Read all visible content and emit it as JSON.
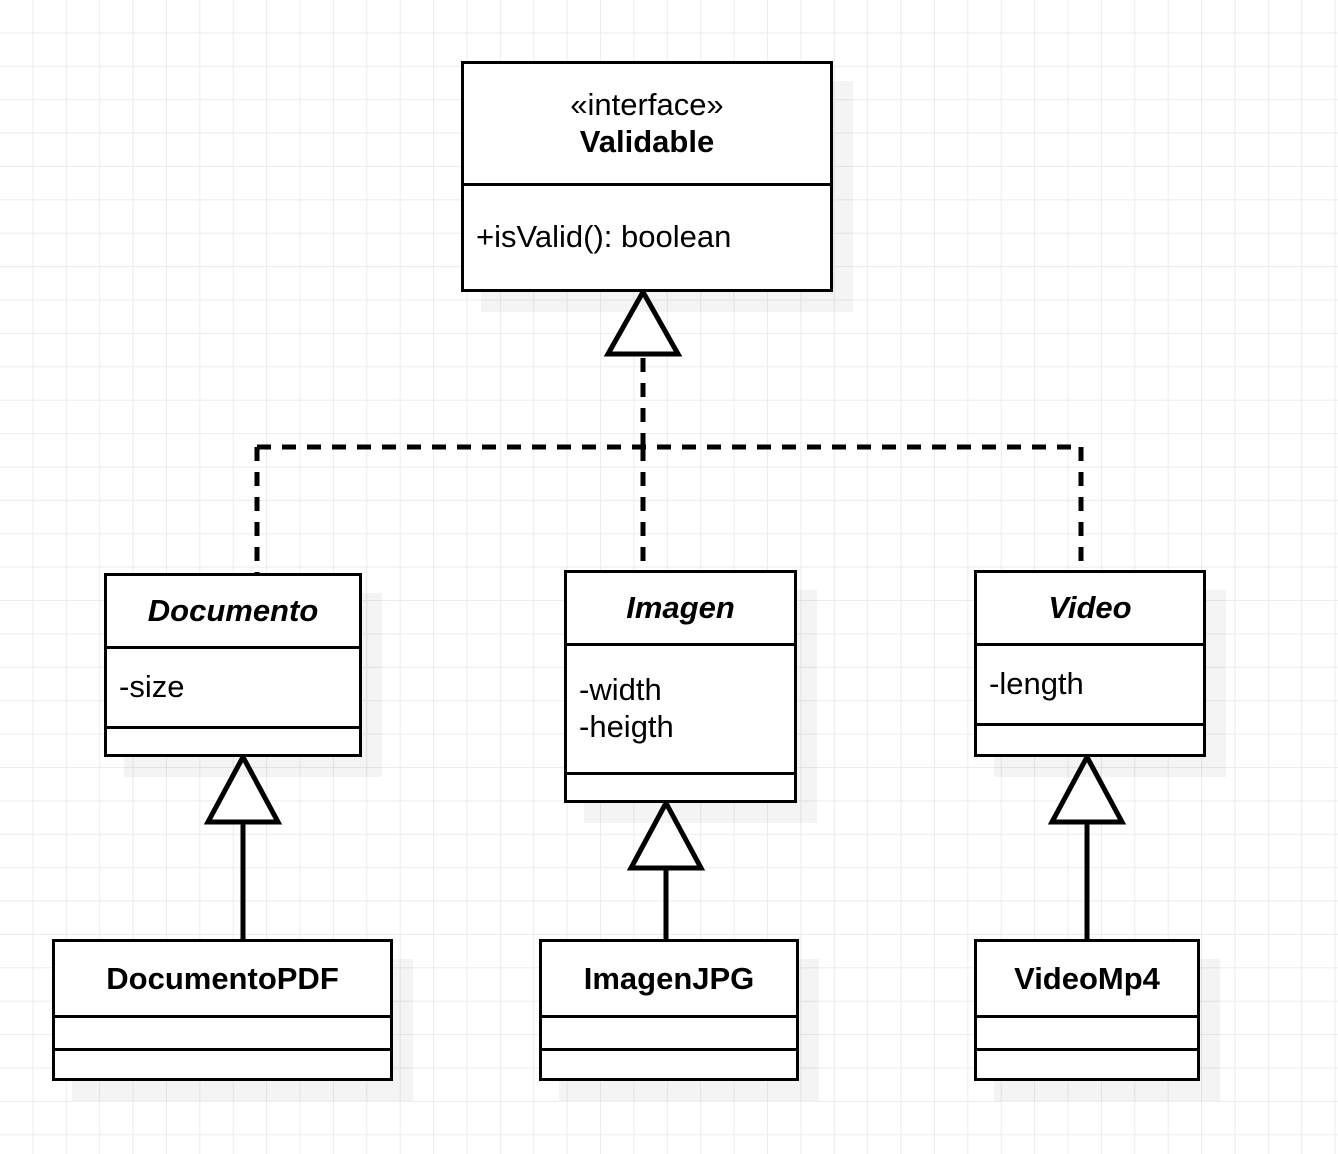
{
  "diagram": {
    "kind": "uml-class-diagram",
    "title": "",
    "background": "#ffffff",
    "grid_color": "#ececec",
    "line_color": "#000000"
  },
  "classes": [
    {
      "id": "validable",
      "stereotype": "«interface»",
      "name": "Validable",
      "kind": "interface",
      "attributes": [],
      "operations": [
        "+isValid(): boolean"
      ]
    },
    {
      "id": "documento",
      "stereotype": "",
      "name": "Documento",
      "kind": "abstract",
      "attributes": [
        "-size"
      ],
      "operations": []
    },
    {
      "id": "imagen",
      "stereotype": "",
      "name": "Imagen",
      "kind": "abstract",
      "attributes": [
        "-width",
        "-heigth"
      ],
      "operations": []
    },
    {
      "id": "video",
      "stereotype": "",
      "name": "Video",
      "kind": "abstract",
      "attributes": [
        "-length"
      ],
      "operations": []
    },
    {
      "id": "documentopdf",
      "stereotype": "",
      "name": "DocumentoPDF",
      "kind": "class",
      "attributes": [],
      "operations": []
    },
    {
      "id": "imagenjpg",
      "stereotype": "",
      "name": "ImagenJPG",
      "kind": "class",
      "attributes": [],
      "operations": []
    },
    {
      "id": "videomp4",
      "stereotype": "",
      "name": "VideoMp4",
      "kind": "class",
      "attributes": [],
      "operations": []
    }
  ],
  "relationships": [
    {
      "id": "r1",
      "type": "realization",
      "source": "documento",
      "target": "validable",
      "style": "dashed",
      "arrow": "hollow-triangle"
    },
    {
      "id": "r2",
      "type": "realization",
      "source": "imagen",
      "target": "validable",
      "style": "dashed",
      "arrow": "hollow-triangle"
    },
    {
      "id": "r3",
      "type": "realization",
      "source": "video",
      "target": "validable",
      "style": "dashed",
      "arrow": "hollow-triangle"
    },
    {
      "id": "r4",
      "type": "generalization",
      "source": "documentopdf",
      "target": "documento",
      "style": "solid",
      "arrow": "hollow-triangle"
    },
    {
      "id": "r5",
      "type": "generalization",
      "source": "imagenjpg",
      "target": "imagen",
      "style": "solid",
      "arrow": "hollow-triangle"
    },
    {
      "id": "r6",
      "type": "generalization",
      "source": "videomp4",
      "target": "video",
      "style": "solid",
      "arrow": "hollow-triangle"
    }
  ]
}
